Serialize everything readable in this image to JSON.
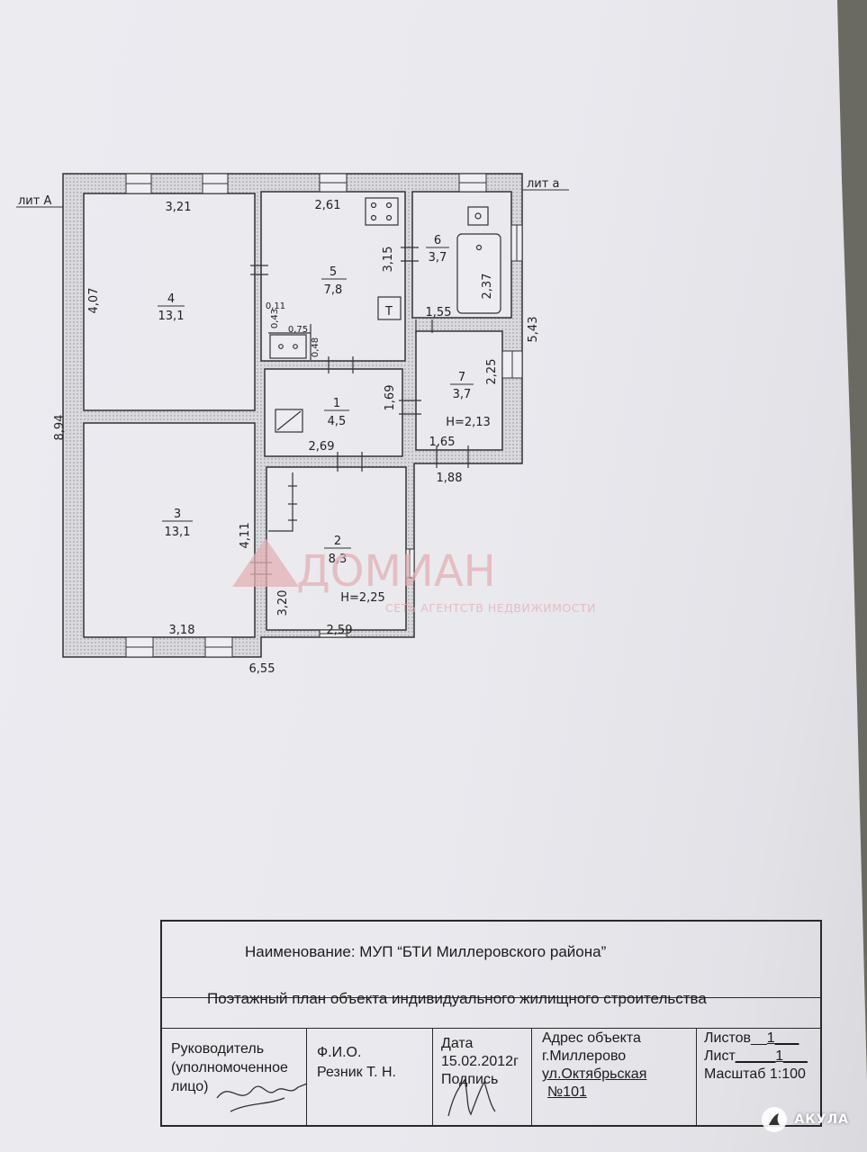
{
  "plan": {
    "lit_a_upper": "лит А",
    "lit_a_lower": "лит а",
    "rooms": [
      {
        "number": "4",
        "area": "13,1"
      },
      {
        "number": "5",
        "area": "7,8"
      },
      {
        "number": "6",
        "area": "3,7"
      },
      {
        "number": "7",
        "area": "3,7",
        "height": "H=2,13"
      },
      {
        "number": "1",
        "area": "4,5"
      },
      {
        "number": "3",
        "area": "13,1"
      },
      {
        "number": "2",
        "area": "8,3",
        "height": "H=2,25"
      }
    ],
    "dims": {
      "d321": "3,21",
      "d261": "2,61",
      "d407": "4,07",
      "d315": "3,15",
      "d237": "2,37",
      "d155": "1,55",
      "d543": "5,43",
      "d011": "0,11",
      "d043": "0,43",
      "d075": "0,75",
      "d048": "0,48",
      "d225": "2,25",
      "d169": "1,69",
      "d269": "2,69",
      "d165": "1,65",
      "d188": "1,88",
      "d894": "8,94",
      "d411": "4,11",
      "d320": "3,20",
      "d318": "3,18",
      "d259": "2,59",
      "d655": "6,55"
    }
  },
  "watermark": {
    "brand": "ДОМИАН",
    "tagline": "СЕТЬ АГЕНТСТВ НЕДВИЖИМОСТИ"
  },
  "stamp": {
    "name_line": "Наименование: МУП “БТИ Миллеровского района”",
    "title_line": "Поэтажный план объекта индивидуального жилищного строительства",
    "head_1": "Руководитель",
    "head_2": "(уполномоченное",
    "head_3": "лицо)",
    "fio_label": "Ф.И.О.",
    "fio_value": "Резник Т. Н.",
    "date_label": "Дата",
    "date_value": "15.02.2012г",
    "signature_label": "Подпись",
    "address_label": "Адрес объекта",
    "address_city": "г.Миллерово",
    "address_street": "ул.Октябрьская",
    "address_number": "№101",
    "sheets_label": "Листов",
    "sheets_value": "1",
    "sheet_label": "Лист",
    "sheet_value": "1",
    "scale": "Масштаб 1:100"
  },
  "badge": {
    "text": "АКУЛА"
  }
}
